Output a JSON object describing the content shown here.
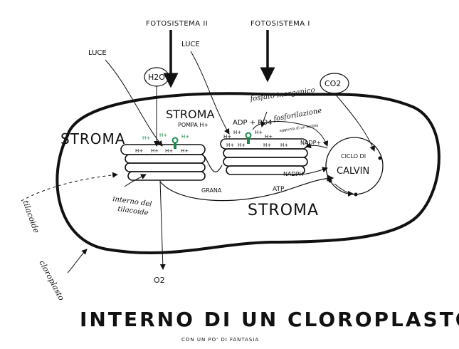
{
  "labels": {
    "fotosistema_2": "FOTOSISTEMA II",
    "fotosistema_1": "FOTOSISTEMA I",
    "luce_left": "LUCE",
    "luce_right": "LUCE",
    "h2o": "H2O",
    "co2": "CO2",
    "stroma_left": "STROMA",
    "stroma_center": "STROMA",
    "stroma_bottom": "STROMA",
    "pompa": "POMPA H+",
    "fosfato": "fosfato inorganico",
    "adp": "ADP + PO4",
    "fosforilazione": "fosforilazione",
    "fosforilazione_sub": "aggiunta di un fosfato",
    "nadp_plus": "NADP+",
    "nadph": "NADPH",
    "atp": "ATP",
    "grana": "GRANA",
    "ciclo": "CICLO DI",
    "calvin": "CALVIN",
    "interno_1": "interno del",
    "interno_2": "tilacoide",
    "tilacoide": "tilacoide",
    "cloroplasto": "cloroplasto",
    "o2": "O2"
  },
  "protons": {
    "left_stack_top": [
      "H+",
      "H+",
      "H+"
    ],
    "left_stack_inner": [
      "H+",
      "H+",
      "H+",
      "H+"
    ],
    "right_stack_top": [
      "H+",
      "H+",
      "H+",
      "H+"
    ],
    "right_stack_inner": [
      "H+",
      "H+",
      "H+",
      "H+"
    ]
  },
  "title": {
    "main": "INTERNO DI UN CLOROPLASTO - b",
    "subtitle": "CON UN PO' DI FANTASIA"
  },
  "colors": {
    "ink": "#111111",
    "accent_green": "#1a8a4a",
    "background": "#ffffff"
  }
}
